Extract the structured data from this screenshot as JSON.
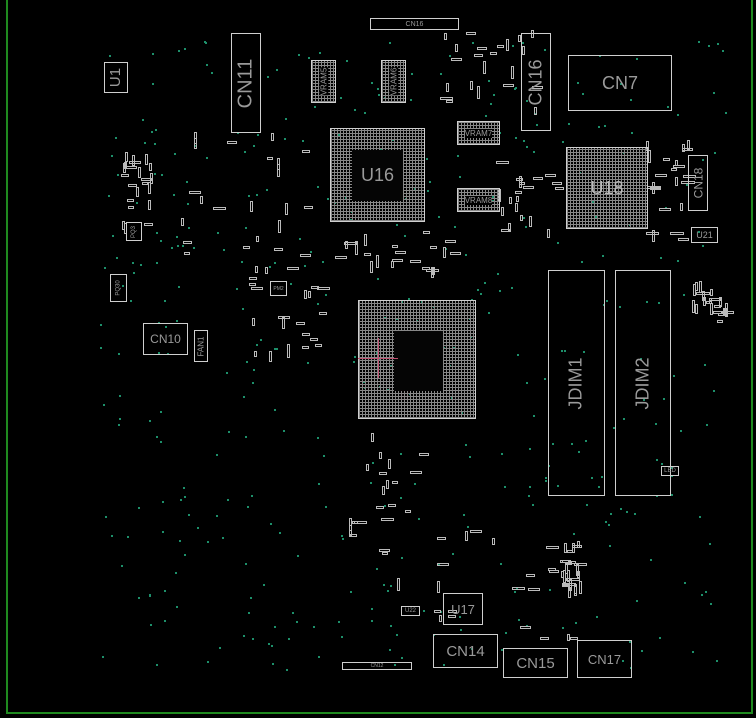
{
  "components": {
    "u1": "U1",
    "cn11": "CN11",
    "cn16_top": "CN16",
    "vram5": "VRAM5",
    "vram6": "VRAM6",
    "cn16": "CN16",
    "cn7": "CN7",
    "u16": "U16",
    "vram7": "VRAM7",
    "vram8": "VRAM8",
    "u18": "U18",
    "cn18": "CN18",
    "u21": "U21",
    "pq3": "PQ3",
    "pq30": "PQ30",
    "cn10": "CN10",
    "fan1": "FAN1",
    "pm2": "PM2",
    "jdim1": "JDIM1",
    "jdim2": "JDIM2",
    "led": "LED",
    "u17": "U17",
    "u22": "U22",
    "cn14": "CN14",
    "cn15": "CN15",
    "cn17": "CN17",
    "cn12": "CN12"
  },
  "colors": {
    "board_edge": "#1f8a1f",
    "outline": "#cfcfcf",
    "via": "#1d8f6a",
    "cursor": "#c05070"
  }
}
